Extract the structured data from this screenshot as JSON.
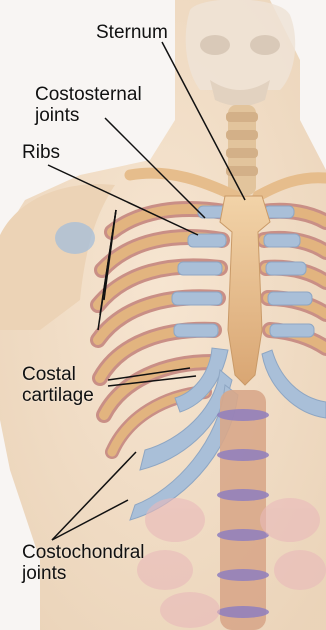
{
  "labels": {
    "sternum": "Sternum",
    "costosternal_line1": "Costosternal",
    "costosternal_line2": "joints",
    "ribs": "Ribs",
    "costal_line1": "Costal",
    "costal_line2": "cartilage",
    "costochondral_line1": "Costochondral",
    "costochondral_line2": "joints"
  },
  "colors": {
    "bone": "#e9c08f",
    "cartilage": "#a9bfd8",
    "muscle": "#c98f86",
    "skin": "#f2dcc2",
    "vertebra_disc": "#8f7fbf"
  }
}
